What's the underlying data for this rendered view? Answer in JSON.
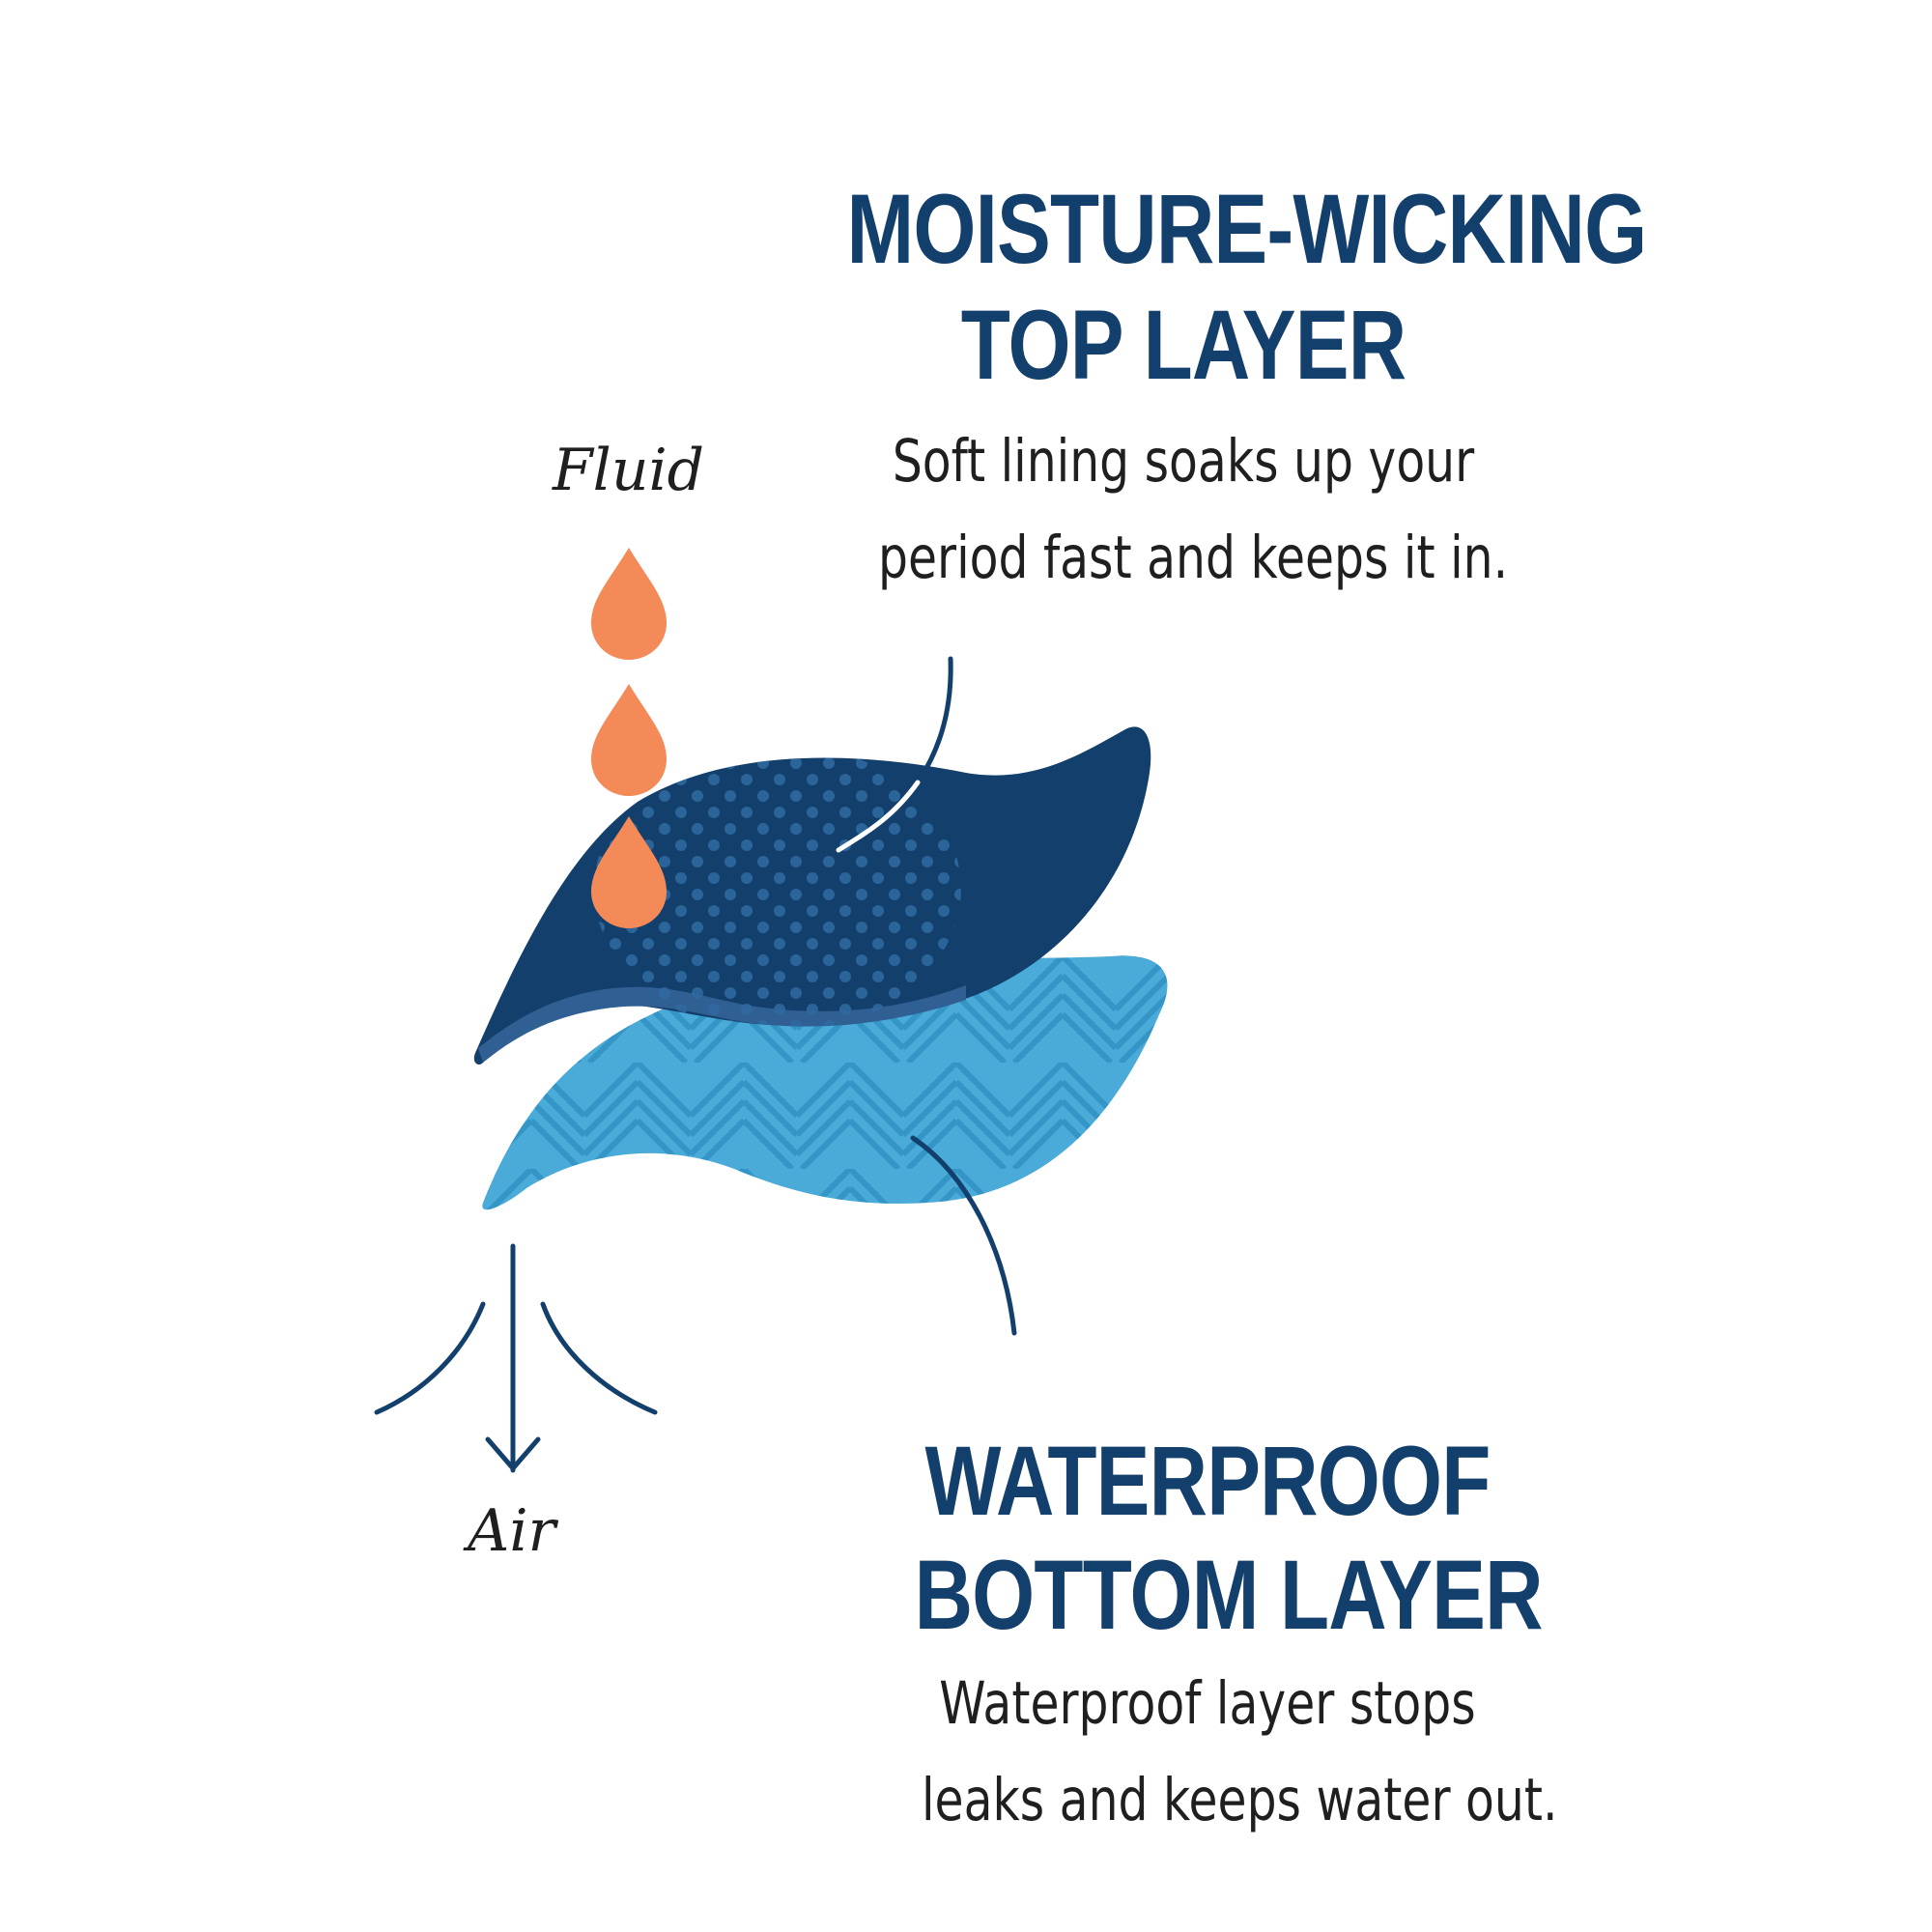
{
  "top_layer": {
    "heading_line1": "MOISTURE-WICKING",
    "heading_line2": "TOP LAYER",
    "description_line1": "Soft lining soaks up your",
    "description_line2": "period fast and keeps it in."
  },
  "bottom_layer": {
    "heading_line1": "WATERPROOF",
    "heading_line2": "BOTTOM LAYER",
    "description_line1": "Waterproof layer stops",
    "description_line2": "leaks and keeps water out."
  },
  "labels": {
    "fluid": "Fluid",
    "air": "Air"
  },
  "colors": {
    "heading": "#123f6b",
    "body_text": "#1f1f1f",
    "top_layer": "#123f6b",
    "top_layer_dots": "#2f6aa0",
    "bottom_layer": "#4aaad8",
    "bottom_layer_lines": "#2b8fc0",
    "droplet": "#f48a57",
    "pointer_line": "#123f6b"
  }
}
